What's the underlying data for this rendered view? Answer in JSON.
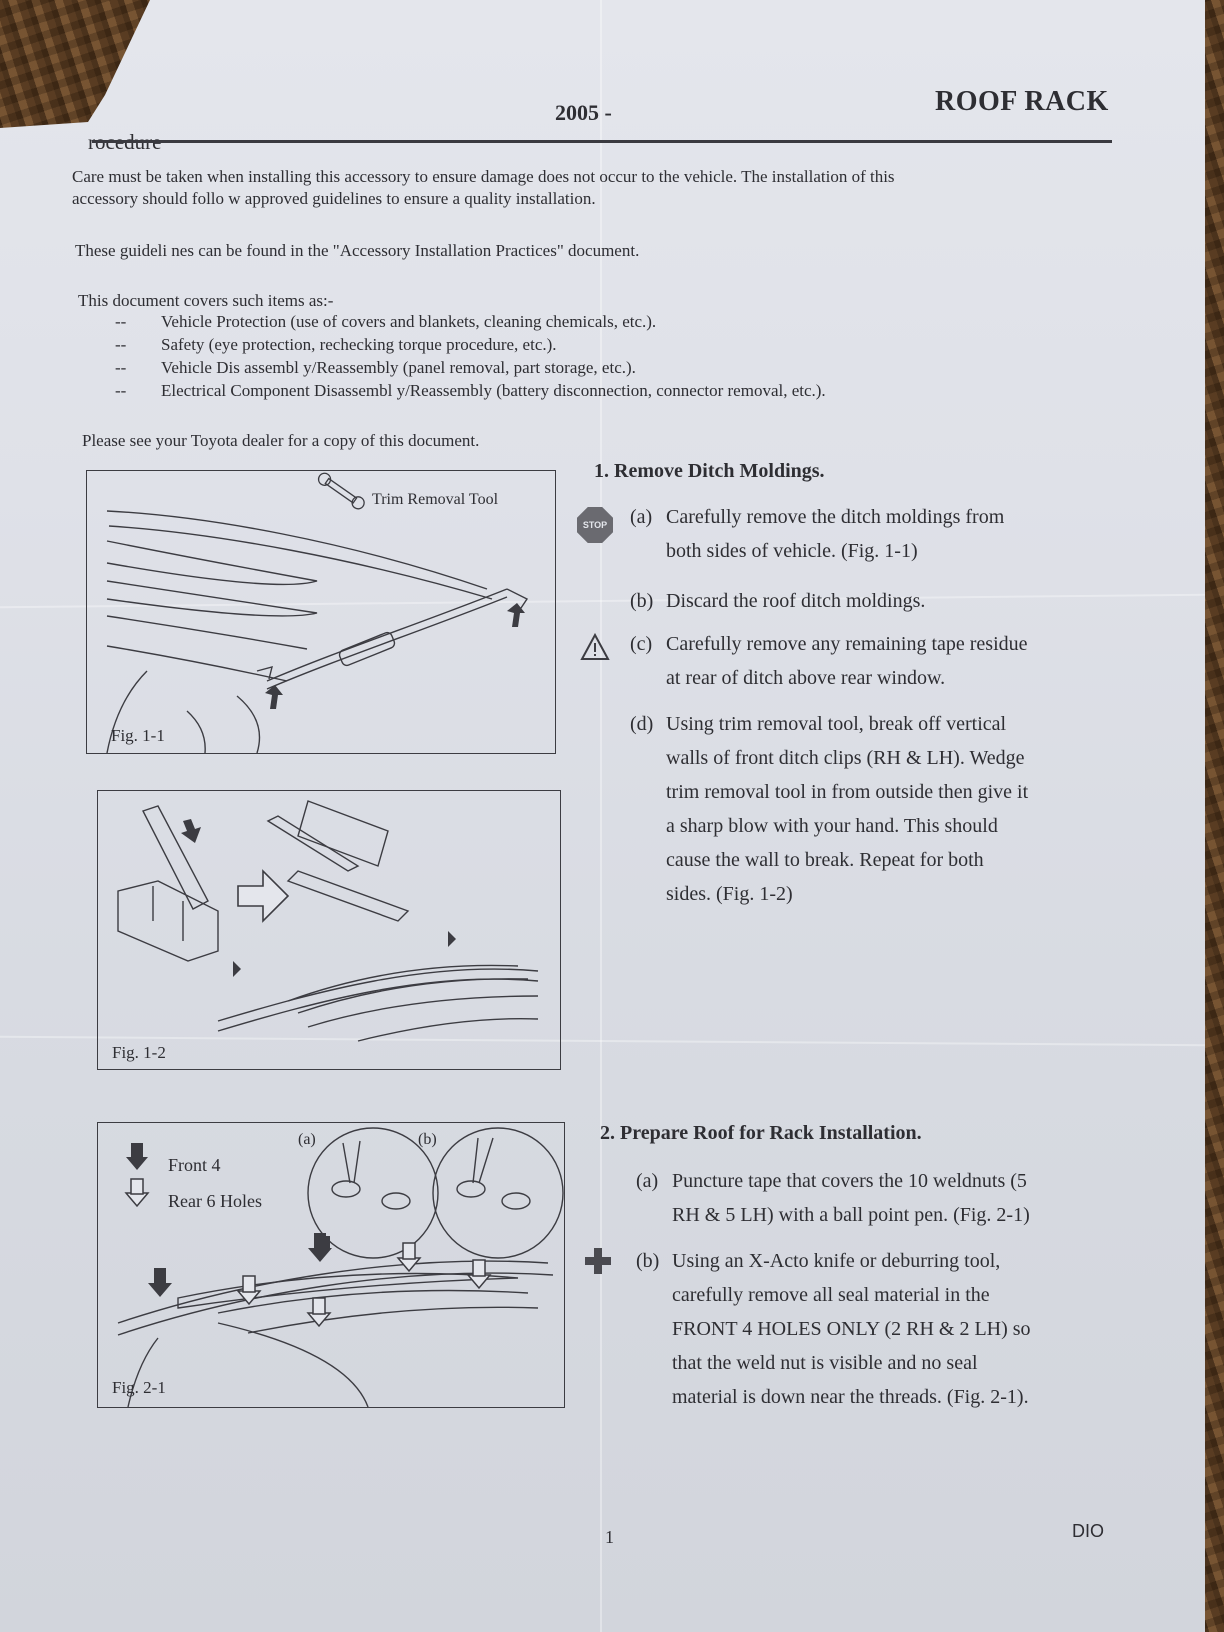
{
  "header": {
    "year": "2005 -",
    "title": "ROOF RACK",
    "section": "rocedure"
  },
  "intro": {
    "para1_line1": "Care must be taken when installing this accessory to ensure damage does not occur to the vehicle.  The installation of this",
    "para1_line2": "accessory should follo w approved guidelines to ensure a quality installation.",
    "para2": "These guideli nes can be found in the \"Accessory Installation Practices\" document.",
    "para3": "This document covers such items as:-",
    "items": [
      {
        "dash": "--",
        "text": "Vehicle Protection (use of covers and blankets, cleaning chemicals, etc.)."
      },
      {
        "dash": "--",
        "text": "Safety (eye protection, rechecking torque procedure, etc.)."
      },
      {
        "dash": "--",
        "text": "Vehicle Dis assembl y/Reassembly (panel removal, part storage, etc.)."
      },
      {
        "dash": "--",
        "text": "Electrical Component Disassembl y/Reassembly (battery disconnection, connector removal, etc.)."
      }
    ],
    "para4": "Please see your Toyota dealer for a copy of this document."
  },
  "figures": {
    "fig1_1": {
      "label": "Fig. 1-1",
      "tool_label": "Trim Removal Tool"
    },
    "fig1_2": {
      "label": "Fig. 1-2"
    },
    "fig2_1": {
      "label": "Fig. 2-1",
      "legend_front": "Front 4",
      "legend_rear": "Rear 6 Holes",
      "inset_a": "(a)",
      "inset_b": "(b)"
    }
  },
  "step1": {
    "title": "1.  Remove Ditch Moldings.",
    "stop_icon_text": "STOP",
    "a_tag": "(a)",
    "a_line1": "Carefully remove the ditch moldings from",
    "a_line2": "both sides of vehicle. (Fig. 1-1)",
    "b_tag": "(b)",
    "b_line1": "Discard the roof ditch moldings.",
    "c_tag": "(c)",
    "c_line1": "Carefully remove any remaining tape residue",
    "c_line2": "at rear of ditch above rear window.",
    "d_tag": "(d)",
    "d_line1": "Using trim removal tool, break off vertical",
    "d_line2": "walls of front ditch clips (RH & LH). Wedge",
    "d_line3": "trim removal tool in from outside then give it",
    "d_line4": "a sharp blow with your hand. This should",
    "d_line5": "cause the wall to break. Repeat for both",
    "d_line6": "sides. (Fig. 1-2)"
  },
  "step2": {
    "title": "2.  Prepare Roof for Rack Installation.",
    "a_tag": "(a)",
    "a_line1": "Puncture tape that covers the 10 weldnuts (5",
    "a_line2": "RH & 5 LH) with a ball point pen. (Fig. 2-1)",
    "b_tag": "(b)",
    "b_line1": "Using an X-Acto knife or deburring tool,",
    "b_line2": "carefully remove all seal material in the",
    "b_line3": "FRONT 4 HOLES ONLY (2 RH & 2 LH) so",
    "b_line4": "that the weld nut is visible and no seal",
    "b_line5": "material is down near the threads. (Fig. 2-1)."
  },
  "footer": {
    "page_number": "1",
    "code": "DIO"
  },
  "colors": {
    "paper": "#dfe1e8",
    "ink": "#2e2e33",
    "wood": "#6b4a2c"
  }
}
